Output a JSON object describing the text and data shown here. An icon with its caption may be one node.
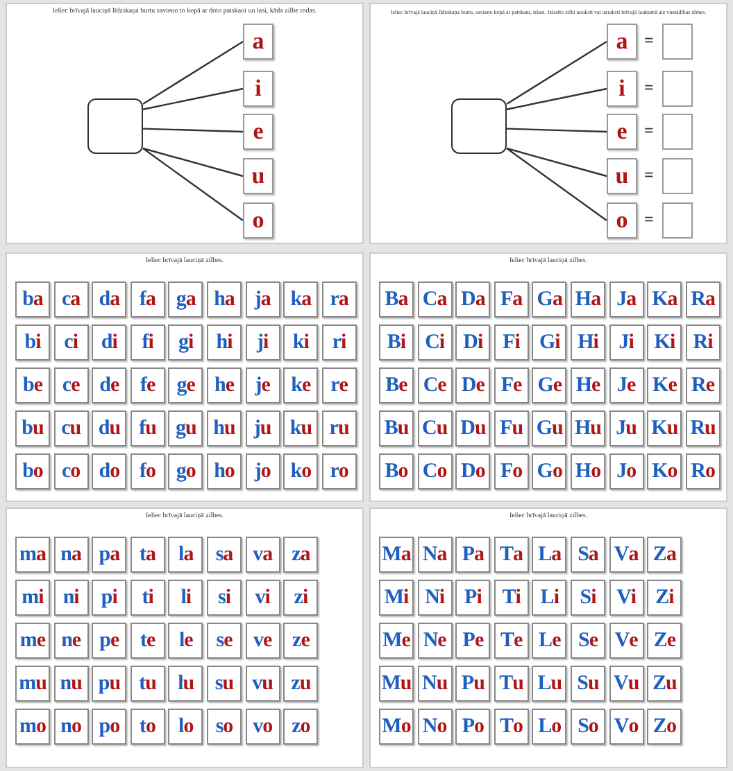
{
  "diagram": {
    "nodes": [
      {
        "text": [
          "Ieliec brīvajā lauciņā līdzskaņa burtu savieno to kopā ar doto patskani un lasi, kāda zilbe rodas."
        ]
      },
      {
        "text": [],
        "shape": "box",
        "in": 0
      },
      {
        "text": [
          "a"
        ],
        "in": 0
      },
      {
        "text": [
          "i"
        ],
        "in": 0
      },
      {
        "text": [
          "e"
        ],
        "in": 0
      },
      {
        "text": [
          "u"
        ],
        "in": 0
      },
      {
        "text": [
          "o"
        ],
        "in": 0
      },
      {
        "text": [
          "Ieliec brīvajā lauciņā līdzskaņa burtu, savieno kopā ar patskani, izlasi. Izlasīto zilbi ieraksti vai uzraksti brīvajā laukumā aiz vienādības zīmes."
        ]
      },
      {
        "text": [],
        "shape": "box",
        "in": 7
      },
      {
        "text": [
          "a"
        ],
        "in": 7
      },
      {
        "text": [
          "i"
        ],
        "in": 7
      },
      {
        "text": [
          "e"
        ],
        "in": 7
      },
      {
        "text": [
          "u"
        ],
        "in": 7
      },
      {
        "text": [
          "o"
        ],
        "in": 7
      },
      {
        "text": [],
        "shape": "box",
        "in": 7
      },
      {
        "text": [],
        "shape": "box",
        "in": 7
      },
      {
        "text": [],
        "shape": "box",
        "in": 7
      },
      {
        "text": [],
        "shape": "box",
        "in": 7
      },
      {
        "text": [],
        "shape": "box",
        "in": 7
      },
      {
        "text": [
          "Ieliec brīvajā lauciņā zilbes."
        ]
      },
      {
        "text": [
          "ba"
        ],
        "in": 19
      },
      {
        "text": [
          "ca"
        ],
        "in": 19
      },
      {
        "text": [
          "da"
        ],
        "in": 19
      },
      {
        "text": [
          "fa"
        ],
        "in": 19
      },
      {
        "text": [
          "ga"
        ],
        "in": 19
      },
      {
        "text": [
          "ha"
        ],
        "in": 19
      },
      {
        "text": [
          "ja"
        ],
        "in": 19
      },
      {
        "text": [
          "ka"
        ],
        "in": 19
      },
      {
        "text": [
          "ra"
        ],
        "in": 19
      },
      {
        "text": [
          "bi"
        ],
        "in": 19
      },
      {
        "text": [
          "ci"
        ],
        "in": 19
      },
      {
        "text": [
          "di"
        ],
        "in": 19
      },
      {
        "text": [
          "fi"
        ],
        "in": 19
      },
      {
        "text": [
          "gi"
        ],
        "in": 19
      },
      {
        "text": [
          "hi"
        ],
        "in": 19
      },
      {
        "text": [
          "ji"
        ],
        "in": 19
      },
      {
        "text": [
          "ki"
        ],
        "in": 19
      },
      {
        "text": [
          "ri"
        ],
        "in": 19
      },
      {
        "text": [
          "be"
        ],
        "in": 19
      },
      {
        "text": [
          "ce"
        ],
        "in": 19
      },
      {
        "text": [
          "de"
        ],
        "in": 19
      },
      {
        "text": [
          "fe"
        ],
        "in": 19
      },
      {
        "text": [
          "ge"
        ],
        "in": 19
      },
      {
        "text": [
          "he"
        ],
        "in": 19
      },
      {
        "text": [
          "je"
        ],
        "in": 19
      },
      {
        "text": [
          "ke"
        ],
        "in": 19
      },
      {
        "text": [
          "re"
        ],
        "in": 19
      },
      {
        "text": [
          "bu"
        ],
        "in": 19
      },
      {
        "text": [
          "cu"
        ],
        "in": 19
      },
      {
        "text": [
          "du"
        ],
        "in": 19
      },
      {
        "text": [
          "fu"
        ],
        "in": 19
      },
      {
        "text": [
          "gu"
        ],
        "in": 19
      },
      {
        "text": [
          "hu"
        ],
        "in": 19
      },
      {
        "text": [
          "ju"
        ],
        "in": 19
      },
      {
        "text": [
          "ku"
        ],
        "in": 19
      },
      {
        "text": [
          "ru"
        ],
        "in": 19
      },
      {
        "text": [
          "bo"
        ],
        "in": 19
      },
      {
        "text": [
          "co"
        ],
        "in": 19
      },
      {
        "text": [
          "do"
        ],
        "in": 19
      },
      {
        "text": [
          "fo"
        ],
        "in": 19
      },
      {
        "text": [
          "go"
        ],
        "in": 19
      },
      {
        "text": [
          "ho"
        ],
        "in": 19
      },
      {
        "text": [
          "jo"
        ],
        "in": 19
      },
      {
        "text": [
          "ko"
        ],
        "in": 19
      },
      {
        "text": [
          "ro"
        ],
        "in": 19
      },
      {
        "text": [
          "Ieliec brīvajā lauciņā zilbes."
        ]
      },
      {
        "text": [
          "Ba"
        ],
        "in": 65
      },
      {
        "text": [
          "Ca"
        ],
        "in": 65
      },
      {
        "text": [
          "Da"
        ],
        "in": 65
      },
      {
        "text": [
          "Fa"
        ],
        "in": 65
      },
      {
        "text": [
          "Ga"
        ],
        "in": 65
      },
      {
        "text": [
          "Ha"
        ],
        "in": 65
      },
      {
        "text": [
          "Ja"
        ],
        "in": 65
      },
      {
        "text": [
          "Ka"
        ],
        "in": 65
      },
      {
        "text": [
          "Ra"
        ],
        "in": 65
      },
      {
        "text": [
          "Bi"
        ],
        "in": 65
      },
      {
        "text": [
          "Ci"
        ],
        "in": 65
      },
      {
        "text": [
          "Di"
        ],
        "in": 65
      },
      {
        "text": [
          "Fi"
        ],
        "in": 65
      },
      {
        "text": [
          "Gi"
        ],
        "in": 65
      },
      {
        "text": [
          "Hi"
        ],
        "in": 65
      },
      {
        "text": [
          "Ji"
        ],
        "in": 65
      },
      {
        "text": [
          "Ki"
        ],
        "in": 65
      },
      {
        "text": [
          "Ri"
        ],
        "in": 65
      },
      {
        "text": [
          "Be"
        ],
        "in": 65
      },
      {
        "text": [
          "Ce"
        ],
        "in": 65
      },
      {
        "text": [
          "De"
        ],
        "in": 65
      },
      {
        "text": [
          "Fe"
        ],
        "in": 65
      },
      {
        "text": [
          "Ge"
        ],
        "in": 65
      },
      {
        "text": [
          "He"
        ],
        "in": 65
      },
      {
        "text": [
          "Je"
        ],
        "in": 65
      },
      {
        "text": [
          "Ke"
        ],
        "in": 65
      },
      {
        "text": [
          "Re"
        ],
        "in": 65
      },
      {
        "text": [
          "Bu"
        ],
        "in": 65
      },
      {
        "text": [
          "Cu"
        ],
        "in": 65
      },
      {
        "text": [
          "Du"
        ],
        "in": 65
      },
      {
        "text": [
          "Fu"
        ],
        "in": 65
      },
      {
        "text": [
          "Gu"
        ],
        "in": 65
      },
      {
        "text": [
          "Hu"
        ],
        "in": 65
      },
      {
        "text": [
          "Ju"
        ],
        "in": 65
      },
      {
        "text": [
          "Ku"
        ],
        "in": 65
      },
      {
        "text": [
          "Ru"
        ],
        "in": 65
      },
      {
        "text": [
          "Bo"
        ],
        "in": 65
      },
      {
        "text": [
          "Co"
        ],
        "in": 65
      },
      {
        "text": [
          "Do"
        ],
        "in": 65
      },
      {
        "text": [
          "Fo"
        ],
        "in": 65
      },
      {
        "text": [
          "Go"
        ],
        "in": 65
      },
      {
        "text": [
          "Ho"
        ],
        "in": 65
      },
      {
        "text": [
          "Jo"
        ],
        "in": 65
      },
      {
        "text": [
          "Ko"
        ],
        "in": 65
      },
      {
        "text": [
          "Ro"
        ],
        "in": 65
      },
      {
        "text": [
          "Ieliec brīvajā lauciņā zilbes."
        ]
      },
      {
        "text": [
          "ma"
        ],
        "in": 111
      },
      {
        "text": [
          "na"
        ],
        "in": 111
      },
      {
        "text": [
          "pa"
        ],
        "in": 111
      },
      {
        "text": [
          "ta"
        ],
        "in": 111
      },
      {
        "text": [
          "la"
        ],
        "in": 111
      },
      {
        "text": [
          "sa"
        ],
        "in": 111
      },
      {
        "text": [
          "va"
        ],
        "in": 111
      },
      {
        "text": [
          "za"
        ],
        "in": 111
      },
      {
        "text": [
          "mi"
        ],
        "in": 111
      },
      {
        "text": [
          "ni"
        ],
        "in": 111
      },
      {
        "text": [
          "pi"
        ],
        "in": 111
      },
      {
        "text": [
          "ti"
        ],
        "in": 111
      },
      {
        "text": [
          "li"
        ],
        "in": 111
      },
      {
        "text": [
          "si"
        ],
        "in": 111
      },
      {
        "text": [
          "vi"
        ],
        "in": 111
      },
      {
        "text": [
          "zi"
        ],
        "in": 111
      },
      {
        "text": [
          "me"
        ],
        "in": 111
      },
      {
        "text": [
          "ne"
        ],
        "in": 111
      },
      {
        "text": [
          "pe"
        ],
        "in": 111
      },
      {
        "text": [
          "te"
        ],
        "in": 111
      },
      {
        "text": [
          "le"
        ],
        "in": 111
      },
      {
        "text": [
          "se"
        ],
        "in": 111
      },
      {
        "text": [
          "ve"
        ],
        "in": 111
      },
      {
        "text": [
          "ze"
        ],
        "in": 111
      },
      {
        "text": [
          "mu"
        ],
        "in": 111
      },
      {
        "text": [
          "nu"
        ],
        "in": 111
      },
      {
        "text": [
          "pu"
        ],
        "in": 111
      },
      {
        "text": [
          "tu"
        ],
        "in": 111
      },
      {
        "text": [
          "lu"
        ],
        "in": 111
      },
      {
        "text": [
          "su"
        ],
        "in": 111
      },
      {
        "text": [
          "vu"
        ],
        "in": 111
      },
      {
        "text": [
          "zu"
        ],
        "in": 111
      },
      {
        "text": [
          "mo"
        ],
        "in": 111
      },
      {
        "text": [
          "no"
        ],
        "in": 111
      },
      {
        "text": [
          "po"
        ],
        "in": 111
      },
      {
        "text": [
          "to"
        ],
        "in": 111
      },
      {
        "text": [
          "lo"
        ],
        "in": 111
      },
      {
        "text": [
          "so"
        ],
        "in": 111
      },
      {
        "text": [
          "vo"
        ],
        "in": 111
      },
      {
        "text": [
          "zo"
        ],
        "in": 111
      },
      {
        "text": [
          "Ieliec brīvajā lauciņā zilbes."
        ]
      },
      {
        "text": [
          "Ma"
        ],
        "in": 152
      },
      {
        "text": [
          "Na"
        ],
        "in": 152
      },
      {
        "text": [
          "Pa"
        ],
        "in": 152
      },
      {
        "text": [
          "Ta"
        ],
        "in": 152
      },
      {
        "text": [
          "La"
        ],
        "in": 152
      },
      {
        "text": [
          "Sa"
        ],
        "in": 152
      },
      {
        "text": [
          "Va"
        ],
        "in": 152
      },
      {
        "text": [
          "Za"
        ],
        "in": 152
      },
      {
        "text": [
          "Mi"
        ],
        "in": 152
      },
      {
        "text": [
          "Ni"
        ],
        "in": 152
      },
      {
        "text": [
          "Pi"
        ],
        "in": 152
      },
      {
        "text": [
          "Ti"
        ],
        "in": 152
      },
      {
        "text": [
          "Li"
        ],
        "in": 152
      },
      {
        "text": [
          "Si"
        ],
        "in": 152
      },
      {
        "text": [
          "Vi"
        ],
        "in": 152
      },
      {
        "text": [
          "Zi"
        ],
        "in": 152
      },
      {
        "text": [
          "Me"
        ],
        "in": 152
      },
      {
        "text": [
          "Ne"
        ],
        "in": 152
      },
      {
        "text": [
          "Pe"
        ],
        "in": 152
      },
      {
        "text": [
          "Te"
        ],
        "in": 152
      },
      {
        "text": [
          "Le"
        ],
        "in": 152
      },
      {
        "text": [
          "Se"
        ],
        "in": 152
      },
      {
        "text": [
          "Ve"
        ],
        "in": 152
      },
      {
        "text": [
          "Ze"
        ],
        "in": 152
      },
      {
        "text": [
          "Mu"
        ],
        "in": 152
      },
      {
        "text": [
          "Nu"
        ],
        "in": 152
      },
      {
        "text": [
          "Pu"
        ],
        "in": 152
      },
      {
        "text": [
          "Tu"
        ],
        "in": 152
      },
      {
        "text": [
          "Lu"
        ],
        "in": 152
      },
      {
        "text": [
          "Su"
        ],
        "in": 152
      },
      {
        "text": [
          "Vu"
        ],
        "in": 152
      },
      {
        "text": [
          "Zu"
        ],
        "in": 152
      },
      {
        "text": [
          "Mo"
        ],
        "in": 152
      },
      {
        "text": [
          "No"
        ],
        "in": 152
      },
      {
        "text": [
          "Po"
        ],
        "in": 152
      },
      {
        "text": [
          "To"
        ],
        "in": 152
      },
      {
        "text": [
          "Lo"
        ],
        "in": 152
      },
      {
        "text": [
          "So"
        ],
        "in": 152
      },
      {
        "text": [
          "Vo"
        ],
        "in": 152
      },
      {
        "text": [
          "Zo"
        ],
        "in": 152
      }
    ],
    "edges": [
      {
        "from": 1,
        "to": 2,
        "arrow": "none"
      },
      {
        "from": 1,
        "to": 3,
        "arrow": "none"
      },
      {
        "from": 1,
        "to": 4,
        "arrow": "none"
      },
      {
        "from": 1,
        "to": 5,
        "arrow": "none"
      },
      {
        "from": 1,
        "to": 6,
        "arrow": "none"
      },
      {
        "from": 8,
        "to": 9,
        "arrow": "none"
      },
      {
        "from": 8,
        "to": 10,
        "arrow": "none"
      },
      {
        "from": 8,
        "to": 11,
        "arrow": "none"
      },
      {
        "from": 8,
        "to": 12,
        "arrow": "none"
      },
      {
        "from": 8,
        "to": 13,
        "arrow": "none"
      }
    ],
    "labels": [
      "=",
      "=",
      "=",
      "=",
      "="
    ]
  }
}
